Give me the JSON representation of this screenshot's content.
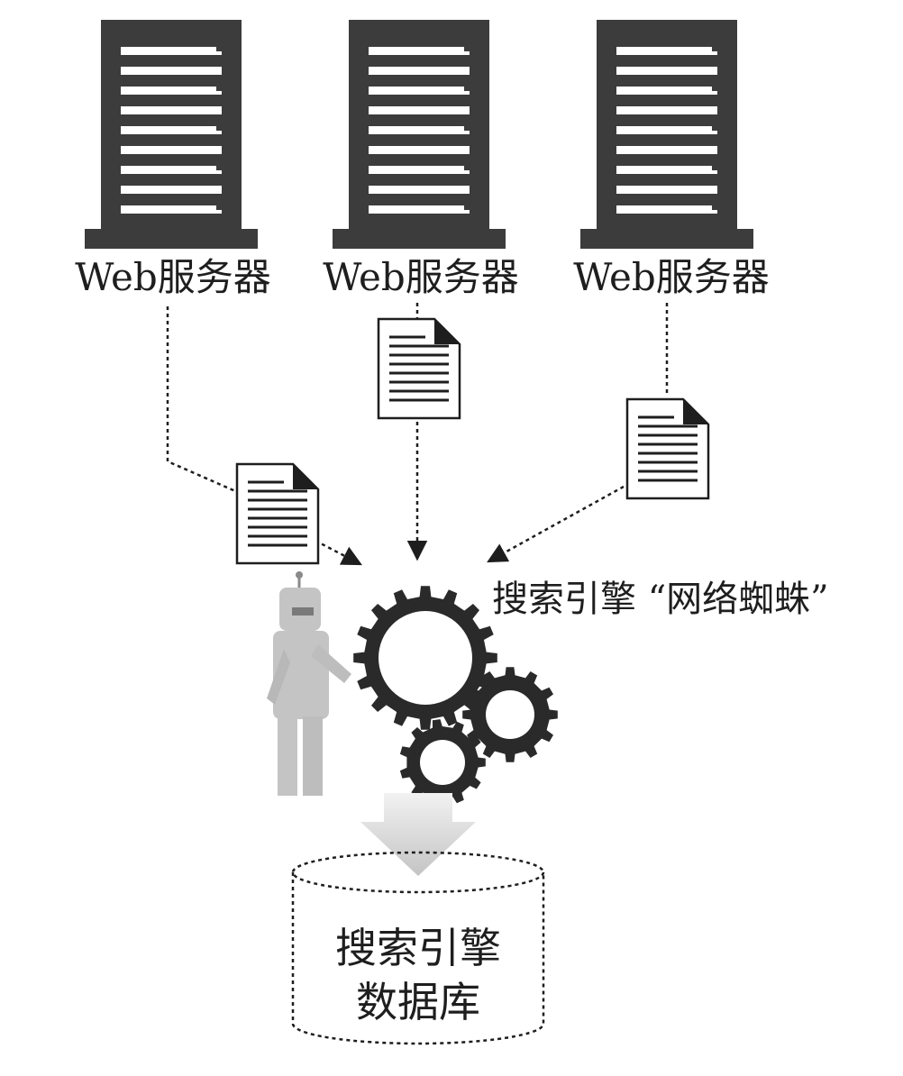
{
  "servers": [
    {
      "label": "Web服务器",
      "icon": "server-icon"
    },
    {
      "label": "Web服务器",
      "icon": "server-icon"
    },
    {
      "label": "Web服务器",
      "icon": "server-icon"
    }
  ],
  "documents": [
    {
      "icon": "document-icon"
    },
    {
      "icon": "document-icon"
    },
    {
      "icon": "document-icon"
    }
  ],
  "spider": {
    "label": "搜索引擎 “网络蜘蛛”",
    "icons": [
      "robot-icon",
      "gear-icon"
    ]
  },
  "database": {
    "line1": "搜索引擎",
    "line2": "数据库",
    "icon": "database-icon"
  },
  "colors": {
    "server": "#3c3c3c",
    "ink": "#1e1e1e",
    "gear": "#2a2a2a",
    "robot": "#bdbdbd",
    "arrow": "#d2d2d2"
  }
}
